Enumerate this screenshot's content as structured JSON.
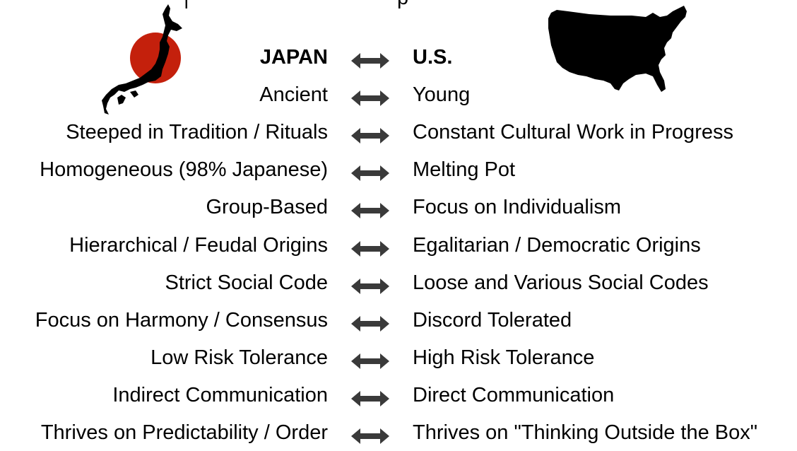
{
  "top_fragments": [
    "|",
    "p"
  ],
  "header": {
    "left": "JAPAN",
    "right": "U.S."
  },
  "rows": [
    {
      "left": "Ancient",
      "right": "Young"
    },
    {
      "left": "Steeped in Tradition / Rituals",
      "right": "Constant Cultural Work in Progress"
    },
    {
      "left": "Homogeneous (98% Japanese)",
      "right": "Melting Pot"
    },
    {
      "left": "Group-Based",
      "right": "Focus on Individualism"
    },
    {
      "left": "Hierarchical / Feudal Origins",
      "right": "Egalitarian / Democratic Origins"
    },
    {
      "left": "Strict Social Code",
      "right": "Loose and Various Social Codes"
    },
    {
      "left": "Focus on Harmony / Consensus",
      "right": "Discord Tolerated"
    },
    {
      "left": "Low Risk Tolerance",
      "right": "High Risk Tolerance"
    },
    {
      "left": "Indirect Communication",
      "right": "Direct Communication"
    },
    {
      "left": "Thrives on Predictability / Order",
      "right": "Thrives on \"Thinking Outside the Box\""
    }
  ],
  "colors": {
    "text": "#000000",
    "arrow": "#3a3a3a",
    "japan_sun": "#c4200c",
    "silhouette": "#000000"
  },
  "icons": {
    "japan": "japan-map-icon",
    "us": "usa-map-icon",
    "connector": "double-arrow-icon"
  }
}
